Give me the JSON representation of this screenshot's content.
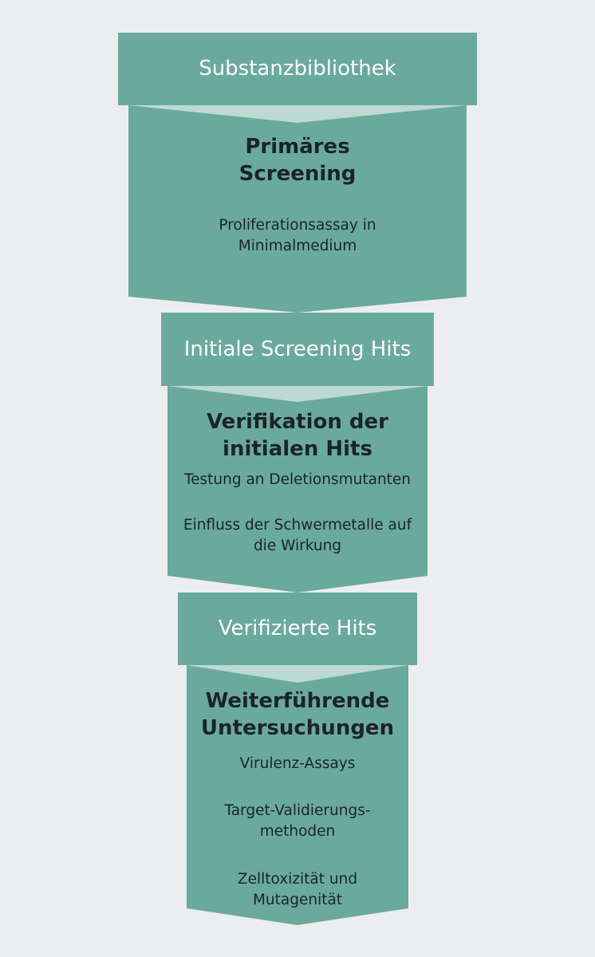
{
  "colors": {
    "box": "#6aaa9c",
    "background": "#ecedef",
    "header_text": "#ffffff",
    "body_text": "#1c2426"
  },
  "stages": [
    {
      "header": "Substanzbibliothek",
      "title": "Primäres\nScreening",
      "descriptions": [
        "Proliferationsassay in\nMinimalmedium"
      ]
    },
    {
      "header": "Initiale Screening Hits",
      "title": "Verifikation der\ninitialen Hits",
      "descriptions": [
        "Testung an Deletionsmutanten",
        "Einfluss der Schwermetalle auf\ndie Wirkung"
      ]
    },
    {
      "header": "Verifizierte Hits",
      "title": "Weiterführende\nUntersuchungen",
      "descriptions": [
        "Virulenz-Assays",
        "Target-Validierungs-\nmethoden",
        "Zelltoxizität und\nMutagenität"
      ]
    }
  ]
}
